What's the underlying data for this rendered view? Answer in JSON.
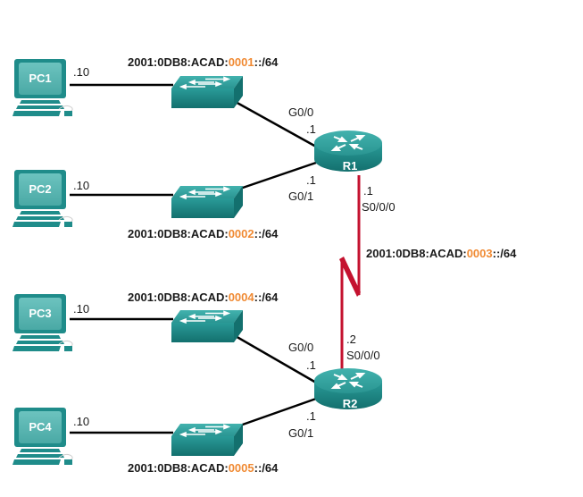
{
  "colors": {
    "device_teal": "#1f8c8a",
    "device_teal_dark": "#146e6c",
    "device_teal_light": "#3aa9a6",
    "serial_link": "#c4122f",
    "ethernet_link": "#000000",
    "subnet_highlight": "#f08a33"
  },
  "pcs": [
    {
      "name": "PC1",
      "host": ".10"
    },
    {
      "name": "PC2",
      "host": ".10"
    },
    {
      "name": "PC3",
      "host": ".10"
    },
    {
      "name": "PC4",
      "host": ".10"
    }
  ],
  "networks": [
    {
      "prefix": "2001:0DB8:ACAD:",
      "subnet": "0001",
      "suffix": "::/64"
    },
    {
      "prefix": "2001:0DB8:ACAD:",
      "subnet": "0002",
      "suffix": "::/64"
    },
    {
      "prefix": "2001:0DB8:ACAD:",
      "subnet": "0003",
      "suffix": "::/64"
    },
    {
      "prefix": "2001:0DB8:ACAD:",
      "subnet": "0004",
      "suffix": "::/64"
    },
    {
      "prefix": "2001:0DB8:ACAD:",
      "subnet": "0005",
      "suffix": "::/64"
    }
  ],
  "routers": [
    {
      "name": "R1",
      "g00": {
        "iface": "G0/0",
        "host": ".1"
      },
      "g01": {
        "iface": "G0/1",
        "host": ".1"
      },
      "s000": {
        "iface": "S0/0/0",
        "host": ".1"
      }
    },
    {
      "name": "R2",
      "g00": {
        "iface": "G0/0",
        "host": ".1"
      },
      "g01": {
        "iface": "G0/1",
        "host": ".1"
      },
      "s000": {
        "iface": "S0/0/0",
        "host": ".2"
      }
    }
  ]
}
